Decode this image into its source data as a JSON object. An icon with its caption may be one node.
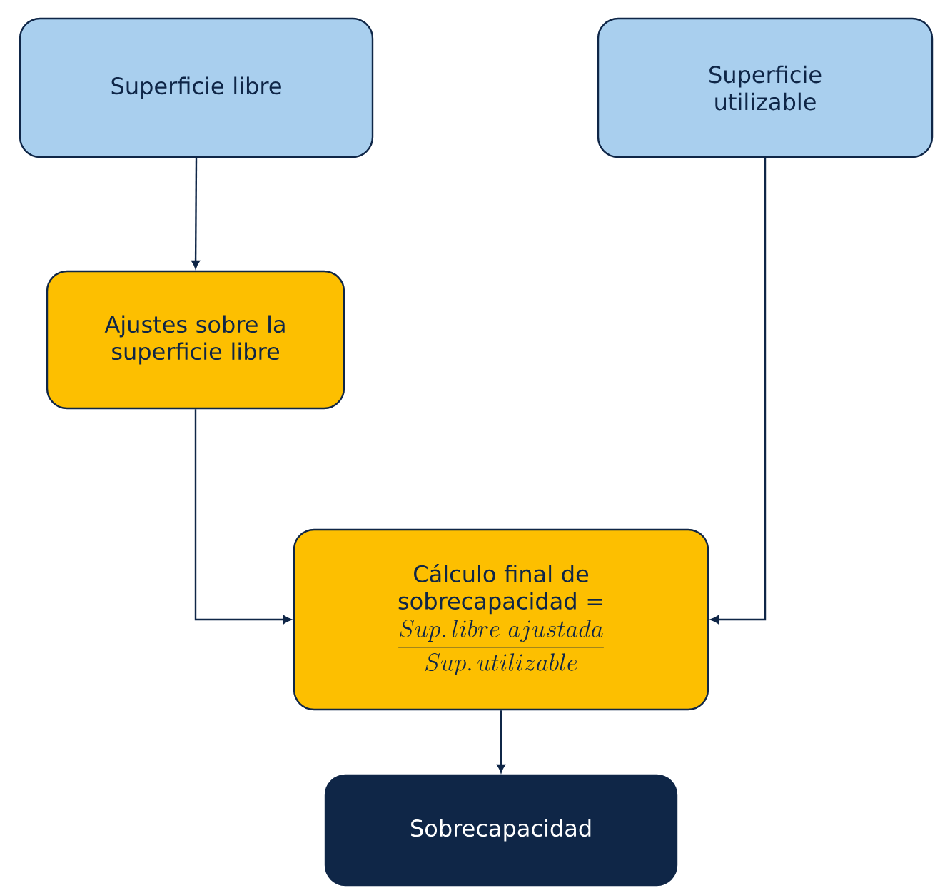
{
  "diagram": {
    "nodes": [
      {
        "text": [
          "Superficie libre"
        ]
      },
      {
        "text": [
          "Superficie utilizable"
        ]
      },
      {
        "text": [
          "Ajustes sobre la superficie libre"
        ]
      },
      {
        "text": [
          "Cálculo final de sobrecapacidad =",
          "\\frac{Sup.\\,libre\\ ajustada}{Sup.\\,utilizable}"
        ]
      },
      {
        "text": [
          "Sobrecapacidad"
        ]
      }
    ],
    "edges": [
      {
        "from": 0,
        "to": 2,
        "arrow": "to"
      },
      {
        "from": 2,
        "to": 3,
        "arrow": "to"
      },
      {
        "from": 1,
        "to": 3,
        "arrow": "to"
      },
      {
        "from": 3,
        "to": 4,
        "arrow": "to"
      }
    ]
  }
}
